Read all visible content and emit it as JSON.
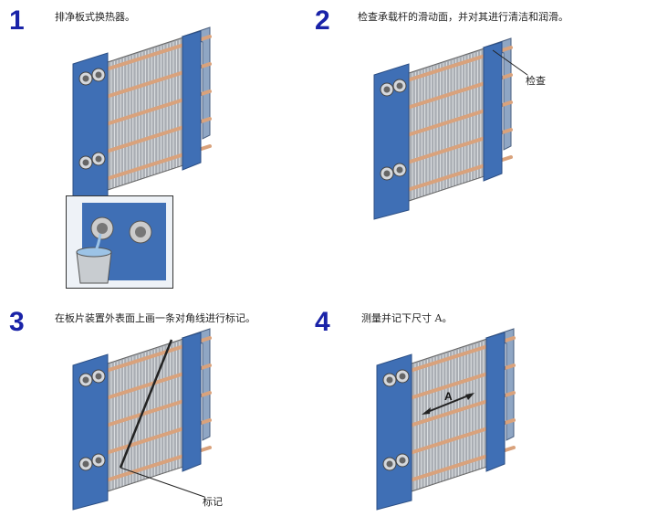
{
  "steps": [
    {
      "number": "1",
      "text": "排净板式换热器。"
    },
    {
      "number": "2",
      "text": "检查承载杆的滑动面，并对其进行清洁和润滑。",
      "callout": "检查"
    },
    {
      "number": "3",
      "text": "在板片装置外表面上画一条对角线进行标记。",
      "callout": "标记"
    },
    {
      "number": "4",
      "text": "测量并记下尺寸 A。",
      "dimension_label": "A"
    }
  ],
  "colors": {
    "number": "#1a23a8",
    "frame": "#3f6fb5",
    "plates": "#a9adb3",
    "bolts": "#d9a27c"
  }
}
